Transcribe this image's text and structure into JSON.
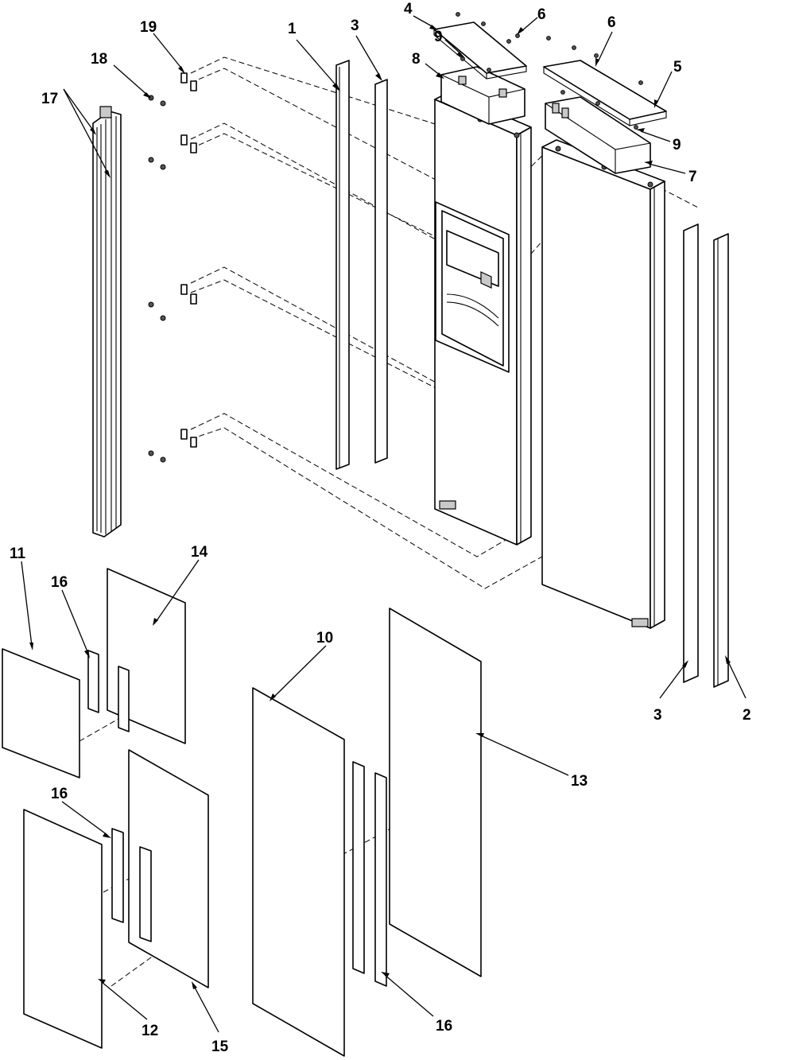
{
  "callouts": [
    {
      "id": "c1",
      "label": "1"
    },
    {
      "id": "c2",
      "label": "2"
    },
    {
      "id": "c3a",
      "label": "3"
    },
    {
      "id": "c3b",
      "label": "3"
    },
    {
      "id": "c4",
      "label": "4"
    },
    {
      "id": "c5",
      "label": "5"
    },
    {
      "id": "c6a",
      "label": "6"
    },
    {
      "id": "c6b",
      "label": "6"
    },
    {
      "id": "c7",
      "label": "7"
    },
    {
      "id": "c8",
      "label": "8"
    },
    {
      "id": "c9a",
      "label": "9"
    },
    {
      "id": "c9b",
      "label": "9"
    },
    {
      "id": "c10",
      "label": "10"
    },
    {
      "id": "c11",
      "label": "11"
    },
    {
      "id": "c12",
      "label": "12"
    },
    {
      "id": "c13",
      "label": "13"
    },
    {
      "id": "c14",
      "label": "14"
    },
    {
      "id": "c15",
      "label": "15"
    },
    {
      "id": "c16a",
      "label": "16"
    },
    {
      "id": "c16b",
      "label": "16"
    },
    {
      "id": "c16c",
      "label": "16"
    },
    {
      "id": "c17",
      "label": "17"
    },
    {
      "id": "c18",
      "label": "18"
    },
    {
      "id": "c19",
      "label": "19"
    }
  ]
}
